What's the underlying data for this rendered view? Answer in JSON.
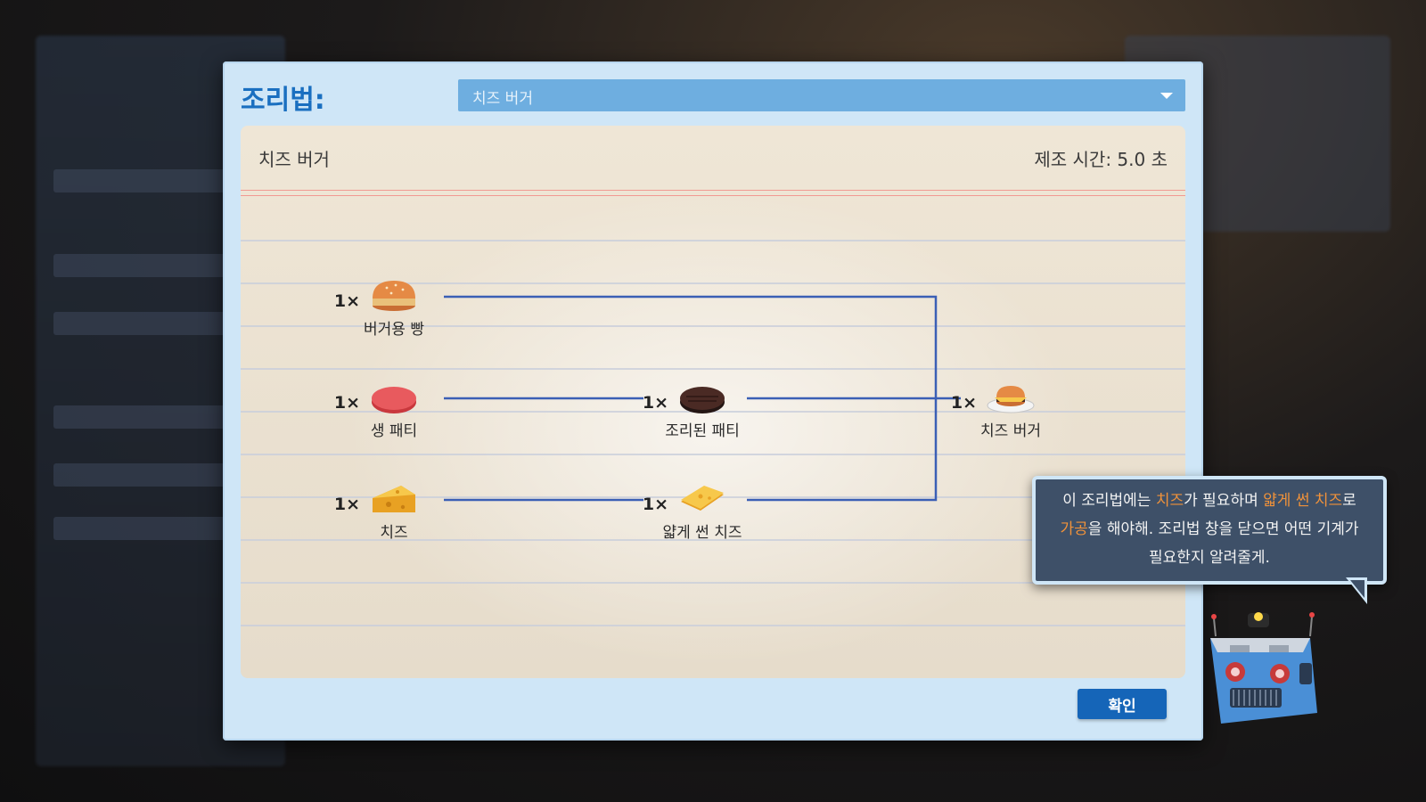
{
  "recipe_label": "조리법:",
  "dropdown": {
    "selected": "치즈 버거"
  },
  "paper": {
    "title": "치즈 버거",
    "craft_time": "제조 시간: 5.0 초"
  },
  "nodes": {
    "bun": {
      "qty": "1×",
      "label": "버거용 빵"
    },
    "raw_patty": {
      "qty": "1×",
      "label": "생 패티"
    },
    "cheese": {
      "qty": "1×",
      "label": "치즈"
    },
    "cooked_patty": {
      "qty": "1×",
      "label": "조리된 패티"
    },
    "sliced_cheese": {
      "qty": "1×",
      "label": "얇게 썬 치즈"
    },
    "cheeseburger": {
      "qty": "1×",
      "label": "치즈 버거"
    }
  },
  "confirm_label": "확인",
  "tooltip": {
    "part1": "이 조리법에는 ",
    "hl1": "치즈",
    "part2": "가 필요하며 ",
    "hl2": "얇게 썬 치즈",
    "part3": "로 ",
    "hl3": "가공",
    "part4": "을 해야해. 조리법 창을 닫으면 어떤 기계가 필요한지 알려줄게."
  },
  "colors": {
    "accent": "#1a6fc0",
    "dropdown": "#6eaee0",
    "connector": "#3b5fb5",
    "highlight": "#f0923a",
    "confirm": "#1565b8"
  },
  "icons": {
    "bun": "burger-bun-icon",
    "raw_patty": "raw-patty-icon",
    "cheese": "cheese-wedge-icon",
    "cooked_patty": "cooked-patty-icon",
    "sliced_cheese": "sliced-cheese-icon",
    "cheeseburger": "cheeseburger-icon"
  }
}
